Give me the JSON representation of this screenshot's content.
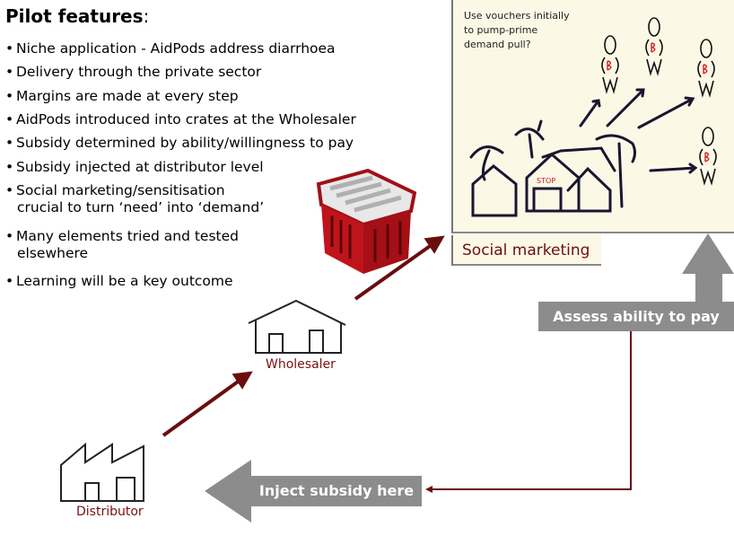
{
  "title": "Pilot features",
  "title_suffix": ":",
  "bullets": [
    {
      "text": "Niche application - AidPods address diarrhoea"
    },
    {
      "text": "Delivery through the private sector"
    },
    {
      "text": "Margins are made at every step"
    },
    {
      "text": "AidPods introduced into crates at the Wholesaler"
    },
    {
      "text": "Subsidy determined by ability/willingness to pay"
    },
    {
      "text": "Subsidy injected at distributor level"
    },
    {
      "text": "Social marketing/sensitisation",
      "cont": "crucial to turn ‘need’ into ‘demand’"
    },
    {
      "text": "Many elements tried and tested",
      "cont": "elsewhere"
    },
    {
      "text": "Learning will be a key outcome"
    }
  ],
  "social_marketing": {
    "note_lines": [
      "Use vouchers initially",
      "to pump-prime",
      "demand pull?"
    ],
    "shop_sign": "STOP",
    "label": "Social marketing"
  },
  "assess_label": "Assess ability to pay",
  "inject_label": "Inject subsidy here",
  "wholesaler_label": "Wholesaler",
  "distributor_label": "Distributor",
  "colors": {
    "accent_red": "#7a1010",
    "gray_arrow": "#8c8c8c",
    "panel": "#fbf8e6",
    "crate": "#c0141c"
  }
}
